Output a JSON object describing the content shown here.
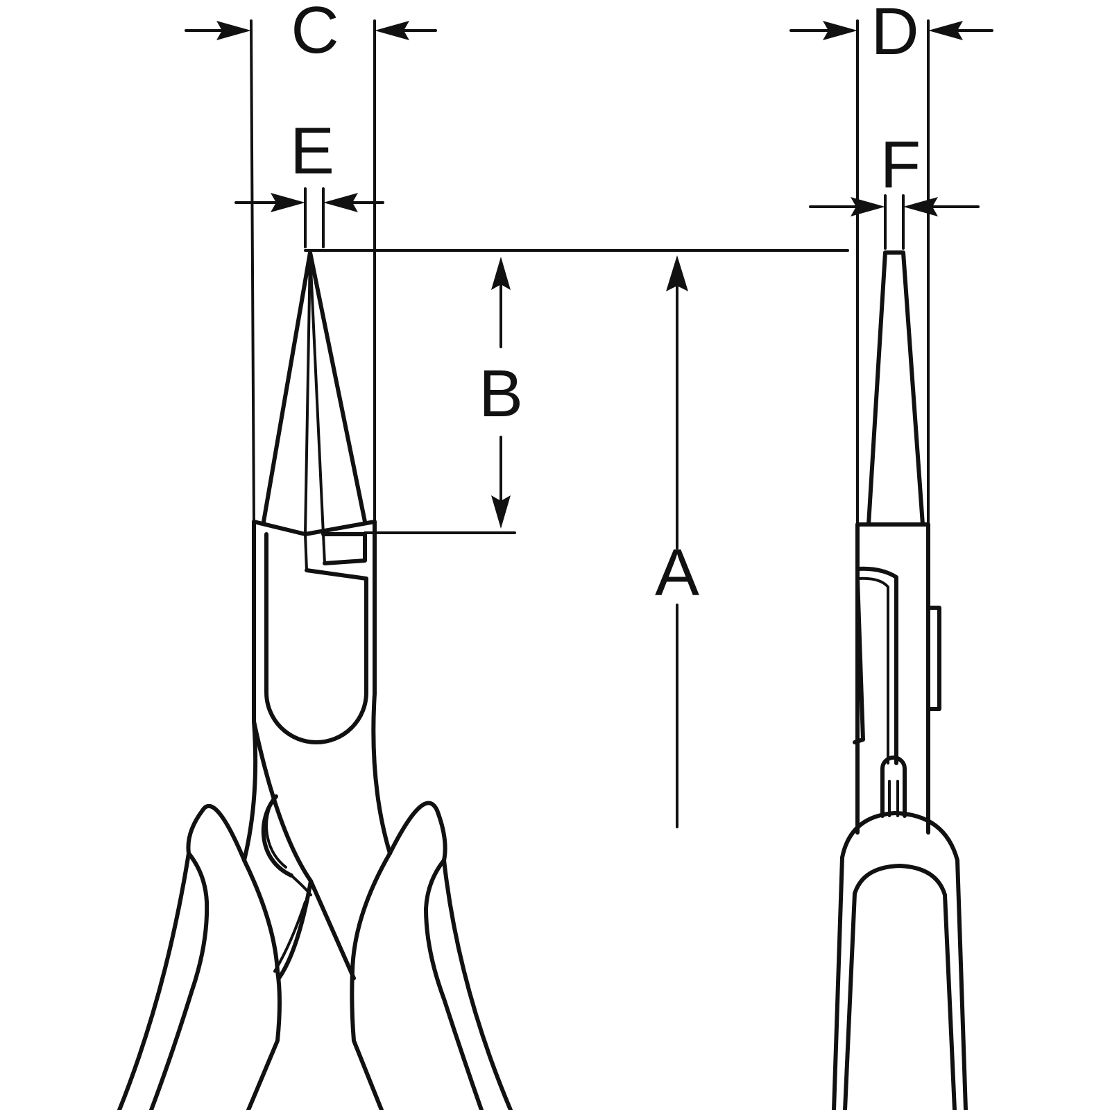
{
  "diagram": {
    "labels": {
      "A": "A",
      "B": "B",
      "C": "C",
      "D": "D",
      "E": "E",
      "F": "F"
    },
    "colors": {
      "stroke": "#111111",
      "background": "#ffffff"
    }
  }
}
